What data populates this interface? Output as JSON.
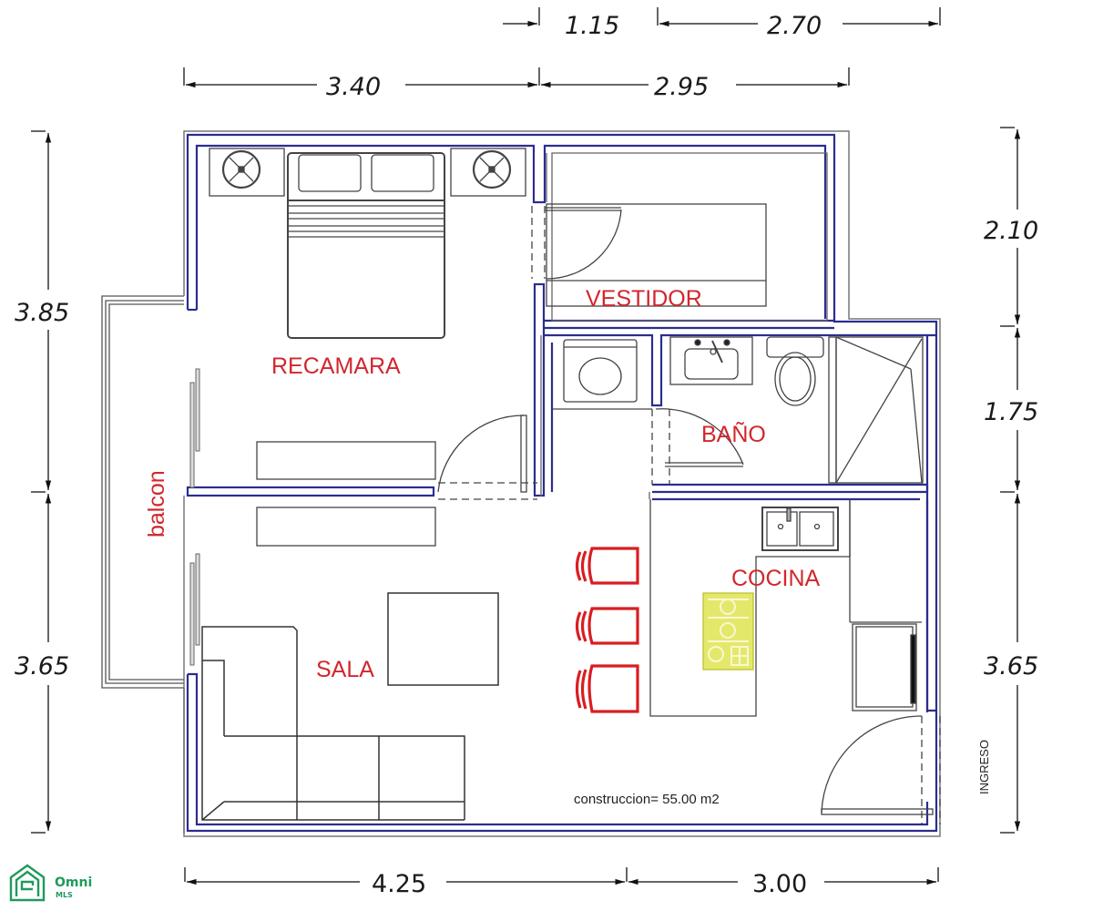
{
  "plan": {
    "area_note": "construccion= 55.00 m2",
    "entry_label": "INGRESO",
    "rooms": {
      "recamara": "RECAMARA",
      "vestidor": "VESTIDOR",
      "bano": "BAÑO",
      "cocina": "COCINA",
      "sala": "SALA",
      "balcon": "balcon"
    },
    "dimensions": {
      "top_row1": [
        "1.15",
        "2.70"
      ],
      "top_row2": [
        "3.40",
        "2.95"
      ],
      "left": [
        "3.85",
        "3.65"
      ],
      "right": [
        "2.10",
        "1.75",
        "3.65"
      ],
      "bottom": [
        "4.25",
        "3.00"
      ]
    },
    "colors": {
      "wall_blue": "#2b2d8f",
      "label_red": "#d1272d",
      "chair_red": "#d81e22",
      "stove_yellow": "#e4e86a",
      "logo_green": "#1f9a5c"
    }
  },
  "logo": {
    "name": "Omni",
    "sub": "MLS"
  }
}
